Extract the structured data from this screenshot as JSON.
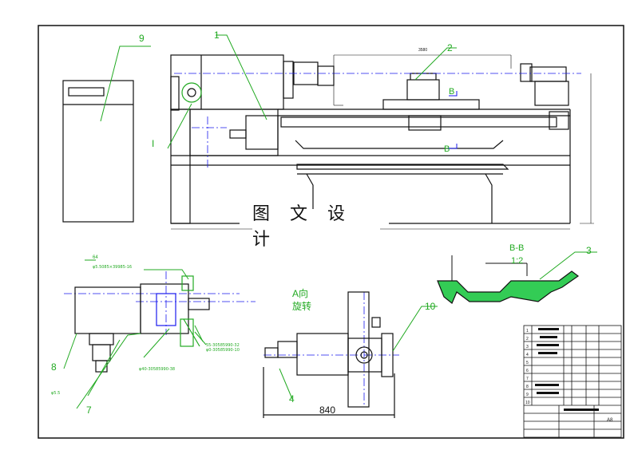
{
  "watermark": "图 文 设 计",
  "callouts": {
    "c1": "1",
    "c2": "2",
    "c3": "3",
    "c4": "4",
    "c7": "7",
    "c8": "8",
    "c9": "9",
    "c10": "10",
    "detail": "I"
  },
  "section": {
    "marker_top": "B",
    "marker_bottom": "B",
    "title": "B-B",
    "scale": "1:2"
  },
  "view_a": {
    "line1": "A向",
    "line2": "旋转"
  },
  "dimensions": {
    "width_840": "840",
    "dim_64": "64",
    "dim_3580": "3580"
  },
  "detail_labels": {
    "n1": "φ5.5085×39985-16",
    "n2": "φ40-30585990-38",
    "n3": "55-30585990-32",
    "n4": "φ0-30585990-10",
    "n5": "φ5.5"
  },
  "colors": {
    "frame": "#111111",
    "outline": "#111111",
    "centerline": "#1a1aee",
    "leader": "#22aa22",
    "section_fill": "#33cc55"
  },
  "title_block": {
    "rows": [
      "1",
      "2",
      "3",
      "4",
      "5",
      "6",
      "7",
      "8",
      "9",
      "10"
    ],
    "sheet": "A8"
  }
}
